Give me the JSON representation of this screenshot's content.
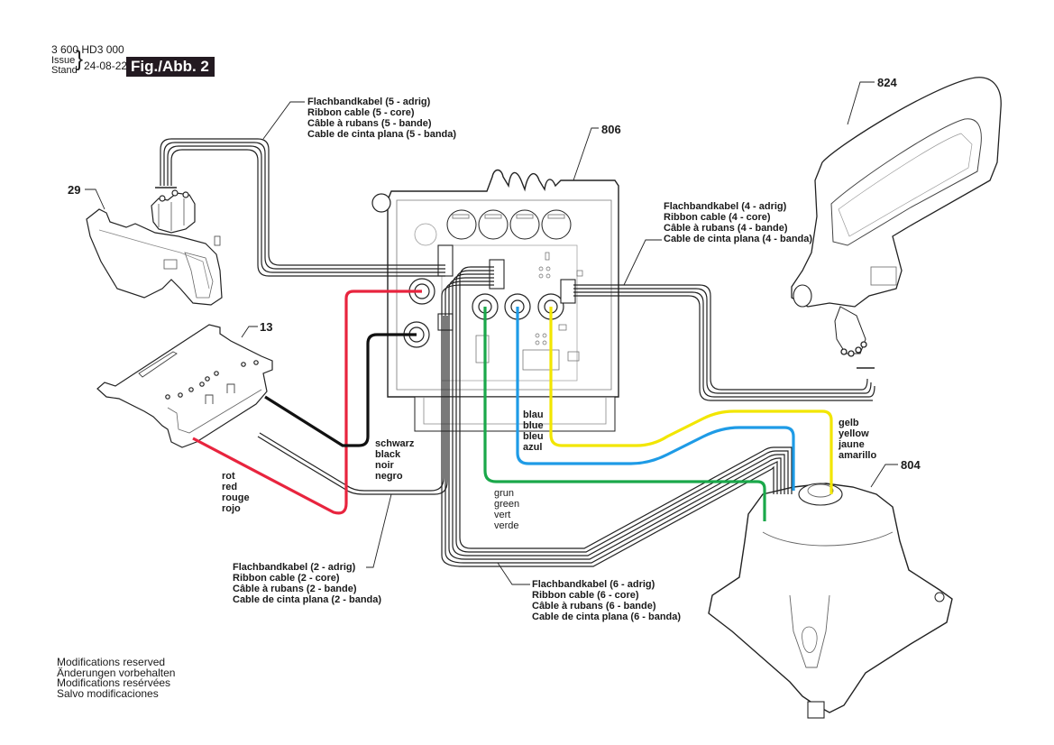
{
  "header": {
    "document_number": "3 600 HD3 000",
    "issue_label_en": "Issue",
    "issue_label_de": "Stand",
    "issue_date": "24-08-22",
    "figure_label": "Fig./Abb. 2"
  },
  "part_numbers": {
    "p29": "29",
    "p13": "13",
    "p806": "806",
    "p824": "824",
    "p804": "804"
  },
  "ribbon_cables": {
    "five_core": [
      "Flachbandkabel (5 - adrig)",
      "Ribbon cable (5 - core)",
      "Câble à rubans (5 - bande)",
      "Cable de cinta plana (5 - banda)"
    ],
    "four_core": [
      "Flachbandkabel (4 - adrig)",
      "Ribbon cable (4 - core)",
      "Câble à rubans (4 - bande)",
      "Cable de cinta plana (4 - banda)"
    ],
    "two_core": [
      "Flachbandkabel (2 - adrig)",
      "Ribbon cable (2 - core)",
      "Câble à rubans (2 - bande)",
      "Cable de cinta plana (2 - banda)"
    ],
    "six_core": [
      "Flachbandkabel (6 - adrig)",
      "Ribbon cable (6 - core)",
      "Câble à rubans (6 - bande)",
      "Cable de cinta plana (6 - banda)"
    ]
  },
  "wires": {
    "black": {
      "labels": [
        "schwarz",
        "black",
        "noir",
        "negro"
      ],
      "color": "#111111"
    },
    "red": {
      "labels": [
        "rot",
        "red",
        "rouge",
        "rojo"
      ],
      "color": "#e8243e"
    },
    "blue": {
      "labels": [
        "blau",
        "blue",
        "bleu",
        "azul"
      ],
      "color": "#1e9be6"
    },
    "green": {
      "labels": [
        "grun",
        "green",
        "vert",
        "verde"
      ],
      "color": "#1aa84a"
    },
    "yellow": {
      "labels": [
        "gelb",
        "yellow",
        "jaune",
        "amarillo"
      ],
      "color": "#f2e600"
    }
  },
  "footer": [
    "Modifications reserved",
    "Änderungen vorbehalten",
    "Modifications resérvées",
    "Salvo modificaciones"
  ]
}
